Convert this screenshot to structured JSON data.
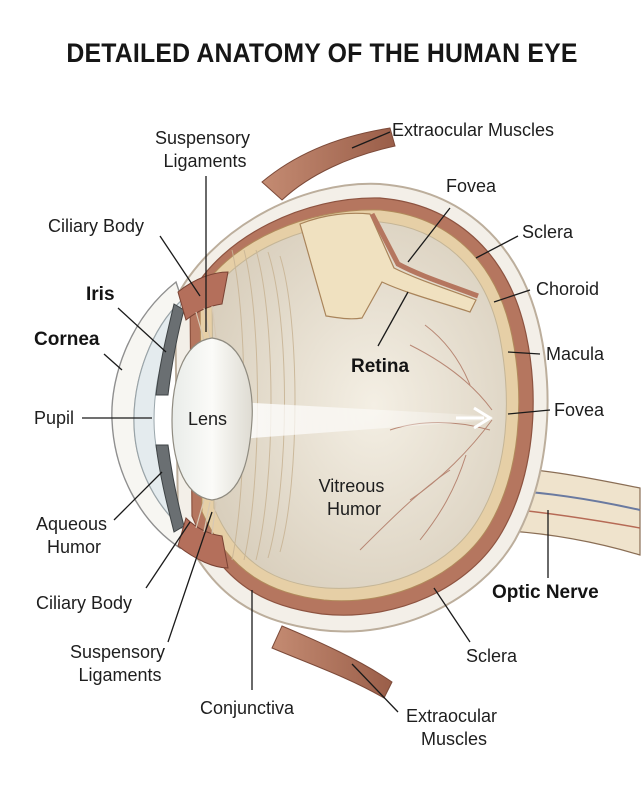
{
  "title": "DETAILED ANATOMY OF THE HUMAN EYE",
  "labels": {
    "suspensory_top": [
      "Suspensory",
      "Ligaments"
    ],
    "extraocular_top": "Extraocular Muscles",
    "fovea_top": "Fovea",
    "ciliary_top": "Ciliary Body",
    "sclera_top": "Sclera",
    "choroid": "Choroid",
    "iris": "Iris",
    "cornea": "Cornea",
    "macula": "Macula",
    "retina": "Retina",
    "pupil": "Pupil",
    "lens": "Lens",
    "fovea_right": "Fovea",
    "vitreous": [
      "Vitreous",
      "Humor"
    ],
    "aqueous": [
      "Aqueous",
      "Humor"
    ],
    "ciliary_bottom": "Ciliary Body",
    "optic_nerve": "Optic Nerve",
    "suspensory_bottom": [
      "Suspensory",
      "Ligaments"
    ],
    "sclera_bottom": "Sclera",
    "conjunctiva": "Conjunctiva",
    "extraocular_bottom": [
      "Extraocular",
      "Muscles"
    ]
  }
}
